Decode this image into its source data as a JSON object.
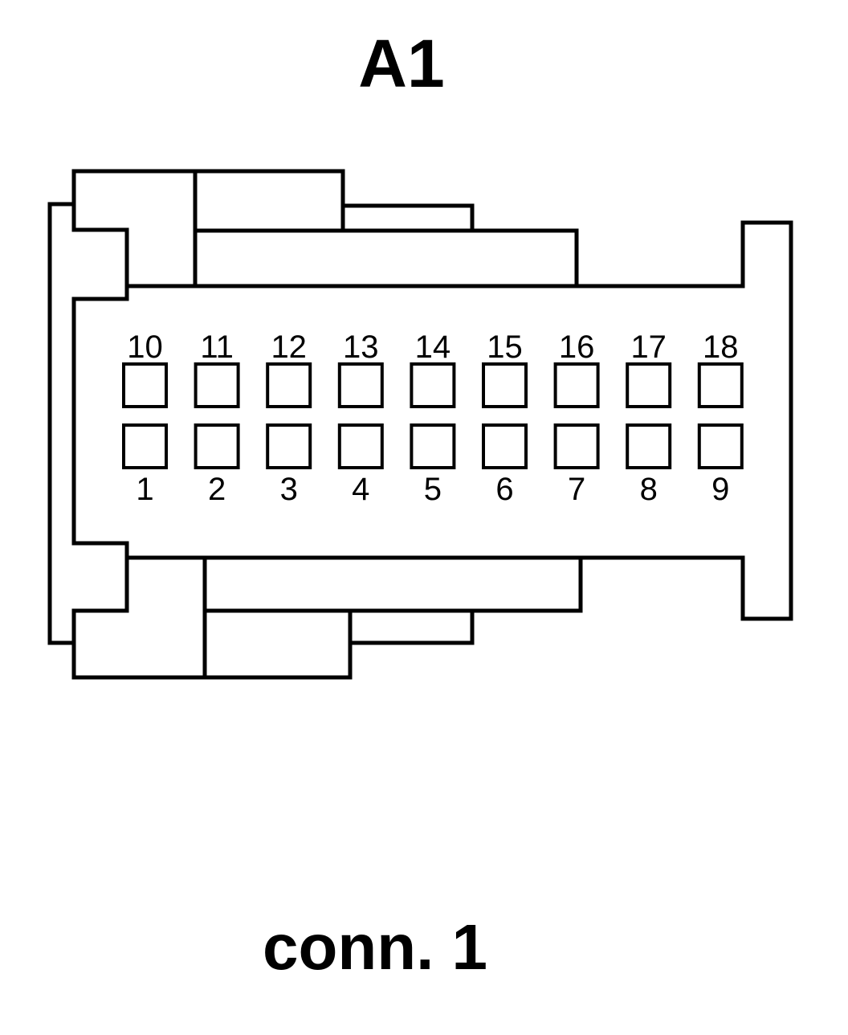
{
  "connector": {
    "title": "A1",
    "caption": "conn. 1"
  },
  "pins": {
    "top_row": [
      "10",
      "11",
      "12",
      "13",
      "14",
      "15",
      "16",
      "17",
      "18"
    ],
    "bottom_row": [
      "1",
      "2",
      "3",
      "4",
      "5",
      "6",
      "7",
      "8",
      "9"
    ]
  }
}
